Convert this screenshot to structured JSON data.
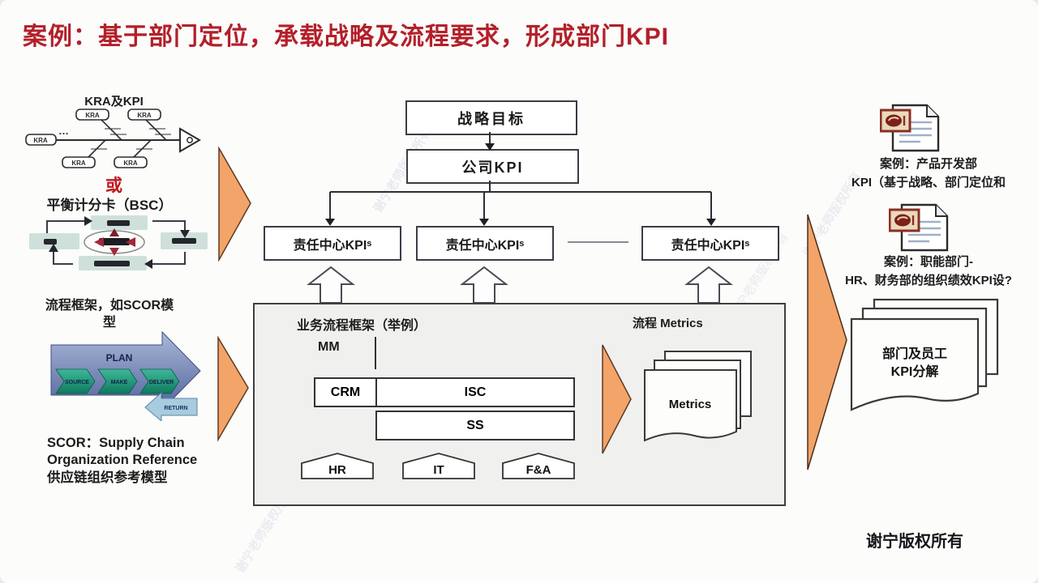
{
  "title": "案例：基于部门定位，承载战略及流程要求，形成部门KPI",
  "colors": {
    "title_red": "#b3202a",
    "accent_orange": "#f2a469",
    "bsc_box_teal": "#cfe0db",
    "or_red": "#c01820"
  },
  "left": {
    "fishbone": {
      "title": "KRA及KPI",
      "node_label": "KRA",
      "dots": "…"
    },
    "or_label": "或",
    "bsc": {
      "title": "平衡计分卡（BSC）"
    },
    "scor": {
      "title_line1": "流程框架，如SCOR模",
      "title_line2": "型",
      "plan": "PLAN",
      "source": "SOURCE",
      "make": "MAKE",
      "deliver": "DELIVER",
      "return": "RETURN",
      "caption_line1": "SCOR：Supply Chain",
      "caption_line2": "Organization Reference",
      "caption_line3": "供应链组织参考模型"
    }
  },
  "center": {
    "strategy_box": "战略目标",
    "company_kpi_box": "公司KPI",
    "rc_kpi": "责任中心KPI",
    "rc_kpi_sub": "s",
    "framework": {
      "title": "业务流程框架（举例）",
      "metrics_title": "流程 Metrics",
      "mm": "MM",
      "crm": "CRM",
      "isc": "ISC",
      "ss": "SS",
      "hr": "HR",
      "it": "IT",
      "fa": "F&A",
      "metrics_doc": "Metrics"
    }
  },
  "right": {
    "case1_line1": "案例：产品开发部",
    "case1_line2": "KPI（基于战略、部门定位和",
    "case2_line1": "案例：职能部门-",
    "case2_line2": "HR、财务部的组织绩效KPI设?",
    "decompose_line1": "部门及员工",
    "decompose_line2": "KPI分解",
    "copyright": "谢宁版权所有"
  },
  "watermark": "谢宁老师版权所有"
}
